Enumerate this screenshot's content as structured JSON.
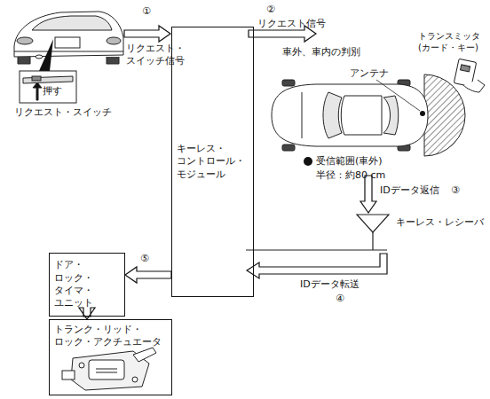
{
  "diagram": {
    "nodes": [
      {
        "text": [
          "キーレス・ コントロール・ モジュール"
        ]
      },
      {
        "text": [
          "ドア・ロック・ タイマ・ ユニット"
        ]
      },
      {
        "text": [
          "トランク・リッド・ ロック・アクチュエータ"
        ]
      }
    ],
    "edges": [
      {
        "from": 0,
        "to": 1,
        "arrow": "to"
      },
      {
        "from": 1,
        "to": 2,
        "arrow": "to"
      }
    ],
    "labels": [
      "①",
      "リクエスト・ スイッチ信号",
      "押す",
      "リクエスト・スイッチ",
      "②",
      "リクエスト信号",
      "車外、車内の判別",
      "トランスミッタ (カード・キー)",
      "アンテナ",
      "受信範囲(車外)",
      "半径：約80 cm",
      "IDデータ返信",
      "③",
      "キーレス・レシーバ",
      "IDデータ転送",
      "④",
      "⑤"
    ]
  }
}
